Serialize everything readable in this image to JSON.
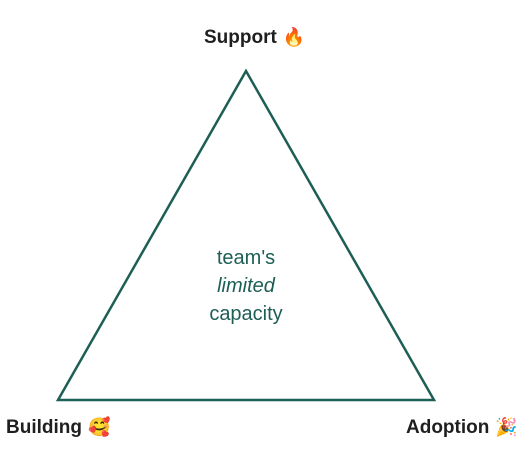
{
  "vertices": {
    "top": {
      "label": "Support",
      "emoji": "🔥",
      "emoji_name": "fire-icon"
    },
    "bottom_left": {
      "label": "Building",
      "emoji": "🥰",
      "emoji_name": "smiling-face-with-hearts-icon"
    },
    "bottom_right": {
      "label": "Adoption",
      "emoji": "🎉",
      "emoji_name": "party-popper-icon"
    }
  },
  "center": {
    "line1": "team's",
    "line2": "limited",
    "line3": "capacity"
  },
  "colors": {
    "triangle_stroke": "#1d5e55",
    "center_text": "#1d5e55",
    "label_text": "#1f1f1f",
    "background": "#ffffff"
  }
}
